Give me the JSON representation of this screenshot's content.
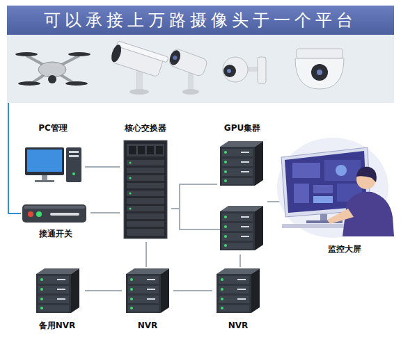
{
  "diagram": {
    "title": "可以承接上万路摄像头于一个平台",
    "nodes": [
      {
        "text": [
          "PC管理"
        ]
      },
      {
        "text": [
          "核心交换器"
        ]
      },
      {
        "text": [
          "GPU集群"
        ]
      },
      {
        "text": [
          "监控大屏"
        ]
      },
      {
        "text": [
          "接通开关"
        ]
      },
      {
        "text": [
          "备用NVR"
        ]
      },
      {
        "text": [
          "NVR"
        ]
      },
      {
        "text": [
          "NVR"
        ]
      }
    ],
    "edges": [
      {
        "from": 0,
        "to": 1,
        "arrow": "none"
      },
      {
        "from": 4,
        "to": 1,
        "arrow": "none"
      },
      {
        "from": 1,
        "to": 2,
        "arrow": "none"
      },
      {
        "from": 2,
        "to": 3,
        "arrow": "none"
      },
      {
        "from": 1,
        "to": 6,
        "arrow": "none"
      },
      {
        "from": 5,
        "to": 6,
        "arrow": "none"
      },
      {
        "from": 6,
        "to": 7,
        "arrow": "none"
      },
      {
        "from": 7,
        "to": 2,
        "arrow": "none"
      }
    ]
  }
}
